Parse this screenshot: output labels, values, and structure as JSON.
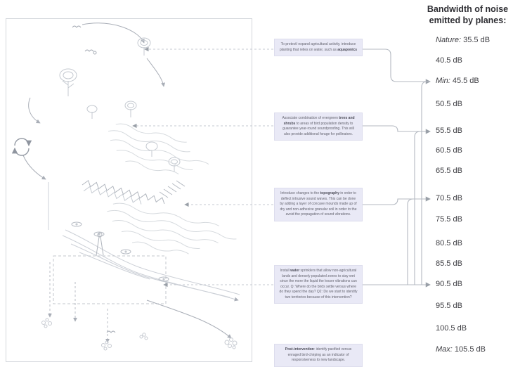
{
  "legend": {
    "title_lines": [
      "Bandwidth of noise",
      "emitted by planes:"
    ],
    "items": [
      {
        "prefix": "Nature: ",
        "value": "35.5 dB"
      },
      {
        "prefix": "",
        "value": "40.5 dB"
      },
      {
        "prefix": "Min: ",
        "value": "45.5 dB"
      },
      {
        "prefix": "",
        "value": "50.5 dB"
      },
      {
        "prefix": "",
        "value": "55.5 dB"
      },
      {
        "prefix": "",
        "value": "60.5 dB"
      },
      {
        "prefix": "",
        "value": "65.5 dB"
      },
      {
        "prefix": "",
        "value": "70.5 dB"
      },
      {
        "prefix": "",
        "value": "75.5 dB"
      },
      {
        "prefix": "",
        "value": "80.5 dB"
      },
      {
        "prefix": "",
        "value": "85.5 dB"
      },
      {
        "prefix": "",
        "value": "90.5 dB"
      },
      {
        "prefix": "",
        "value": "95.5 dB"
      },
      {
        "prefix": "",
        "value": "100.5 dB"
      },
      {
        "prefix": "Max: ",
        "value": "105.5 dB"
      }
    ]
  },
  "annotations": [
    {
      "pre": "To protect/ expand agricultural activity, introduce planting that relies on water, such as ",
      "bold": "aquaponics",
      "post": ""
    },
    {
      "pre": "Associate combination of evergreen ",
      "bold": "trees and shrubs",
      "post": " to areas of bird population density to guarantee year-round soundproofing. This will also provide additional forage for pollinators."
    },
    {
      "pre": "Introduce changes to the ",
      "bold": "topography",
      "post": " in order to deflect intrusive sound waves. This can be done by adding a layer of concave mounds made up of dry and non-adhesive granular soil in order to the avoid the propagation of sound vibrations."
    },
    {
      "pre": "Install ",
      "bold": "water",
      "post": " sprinklers that allow non-agricultural lands and densely populated zones to stay wet since the more the liquid the lesser vibrations can occur. Q: Where do the birds settle versus where do they spend the day? Q2: Do we start to identify two territories because of this intervention?"
    },
    {
      "pre": "",
      "bold": "Post-intervention",
      "post": ": identify pacified versus enraged bird-chirping as an indicator of responsiveness to new landscape."
    }
  ],
  "sketch": {
    "icons": [
      "bird-icon",
      "tree-icon",
      "recycle-arrows-icon",
      "contour-lines",
      "ridge-hatch",
      "stream-lines",
      "sprinkler-icon",
      "standpipe-icon",
      "plant-cluster-icon",
      "route-arrow"
    ]
  },
  "colors": {
    "note_bg": "#e9e9f6",
    "connector": "#b4b9c1",
    "sketch_line": "#ccd0d7",
    "text": "#3d3d42"
  }
}
